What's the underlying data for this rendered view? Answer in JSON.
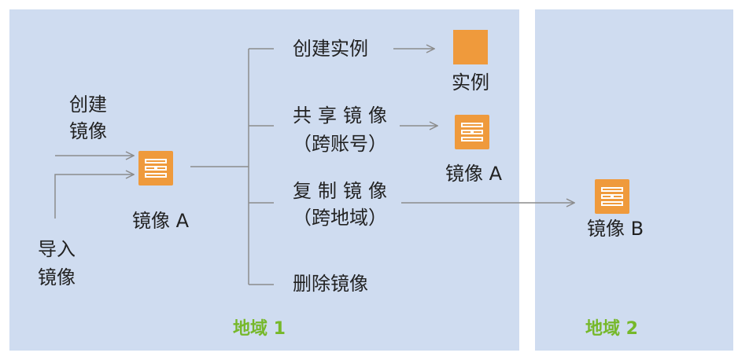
{
  "regions": {
    "region1": {
      "title": "地域 1"
    },
    "region2": {
      "title": "地域 2"
    }
  },
  "sources": {
    "create_image": [
      "创建",
      "镜像"
    ],
    "import_image": [
      "导入",
      "镜像"
    ]
  },
  "center_image": {
    "label": "镜像 A"
  },
  "operations": {
    "create_instance": {
      "label": "创建实例"
    },
    "share_image": {
      "label": "共享镜像",
      "sub": "（跨账号）"
    },
    "copy_image": {
      "label": "复制镜像",
      "sub": "（跨地域）"
    },
    "delete_image": {
      "label": "删除镜像"
    }
  },
  "results": {
    "instance": {
      "label": "实例"
    },
    "shared_image": {
      "label": "镜像 A"
    },
    "copied_image": {
      "label": "镜像 B"
    }
  },
  "colors": {
    "region_bg": "#cfdcf0",
    "icon_orange": "#ef9a3c",
    "region_title_green": "#76b82a",
    "connector_gray": "#8c8c8c"
  },
  "icons": {
    "image_icon": "image-grid-icon",
    "instance_icon": "instance-square-icon"
  }
}
